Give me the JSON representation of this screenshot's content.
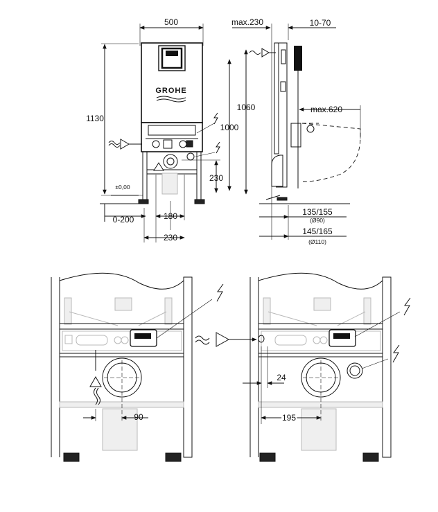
{
  "brand": {
    "logo_text": "GROHE"
  },
  "dimensions": {
    "width_500": "500",
    "depth_max230": "max.230",
    "wall_10_70": "10-70",
    "height_1130": "1130",
    "height_1060": "1060",
    "height_1000": "1000",
    "reach_max620": "max.620",
    "height_230": "230",
    "floor_zero": "±0,00",
    "floor_range": "0-200",
    "offset_180": "180",
    "offset_230": "230",
    "drain_135_155": "135/155",
    "drain_d90": "(Ø90)",
    "drain_145_165": "145/165",
    "drain_d110": "(Ø110)",
    "offset_90": "90",
    "offset_24": "24",
    "offset_195": "195"
  }
}
